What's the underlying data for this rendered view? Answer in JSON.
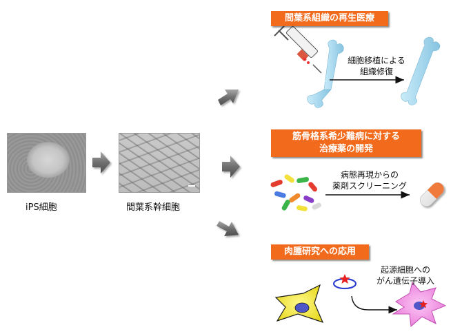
{
  "left": {
    "ips_caption": "iPS細胞",
    "msc_caption": "間葉系幹細胞"
  },
  "sections": [
    {
      "title_lines": [
        "間葉系組織の再生医療"
      ],
      "note_lines": [
        "細胞移植による",
        "組織修復"
      ]
    },
    {
      "title_lines": [
        "筋骨格系希少難病に対する",
        "治療薬の開発"
      ],
      "note_lines": [
        "病態再現からの",
        "薬剤スクリーニング"
      ]
    },
    {
      "title_lines": [
        "肉腫研究への応用"
      ],
      "note_lines": [
        "起源細胞への",
        "がん遺伝子導入"
      ]
    }
  ],
  "colors": {
    "title_box": "#f26b1d",
    "bone": "#a8d8ee",
    "tumor_cell": "#f28fe6",
    "normal_cell": "#f4ec3c",
    "nucleus": "#4f57c8",
    "plasmid_ring": "#2d3fd0",
    "oncogene_star": "#e62020",
    "arrow_gray": "#7f7f7f"
  }
}
